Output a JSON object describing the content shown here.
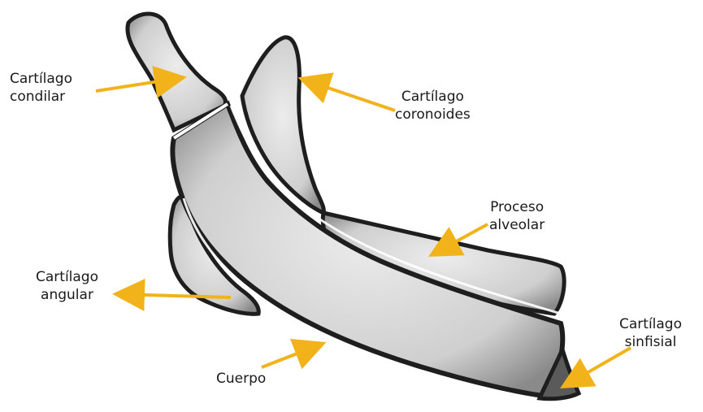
{
  "labels": {
    "condilar": {
      "line1": "Cartílago",
      "line2": "condilar"
    },
    "coronoides": {
      "line1": "Cartílago",
      "line2": "coronoides"
    },
    "alveolar": {
      "line1": "Proceso",
      "line2": "alveolar"
    },
    "angular": {
      "line1": "Cartílago",
      "line2": "angular"
    },
    "cuerpo": {
      "line1": "Cuerpo"
    },
    "sinfisial": {
      "line1": "Cartílago",
      "line2": "sinfisial"
    }
  },
  "colors": {
    "arrow": "#f2b21a",
    "outline": "#1e1e1e",
    "fill": "#d6d6d6",
    "shadow": "#4a4a4a"
  }
}
